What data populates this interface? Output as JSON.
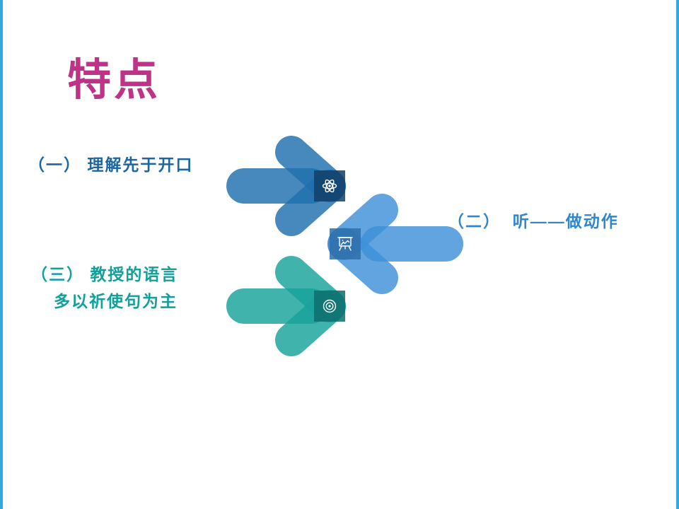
{
  "slide": {
    "title": "特点",
    "features": [
      {
        "label": "（一） 理解先于开口",
        "icon": "atom-icon",
        "arrow_direction": "right"
      },
      {
        "label": "（二）  听——做动作",
        "icon": "presentation-board-icon",
        "arrow_direction": "left"
      },
      {
        "label_line1": "（三） 教授的语言",
        "label_line2": "多以祈使句为主",
        "icon": "target-icon",
        "arrow_direction": "right"
      }
    ]
  },
  "colors": {
    "title": "#BE3387",
    "edge_border": "#35A9DE",
    "arrow_1": "#1F6FAD",
    "arrow_1_tip": "#123F68",
    "arrow_2": "#3E90D8",
    "arrow_2_tip": "#2F6FA9",
    "arrow_3": "#17A29B",
    "arrow_3_tip": "#0E6F6F",
    "label_1": "#1C66A3",
    "label_2": "#2F87CE",
    "label_3": "#12A09A"
  }
}
